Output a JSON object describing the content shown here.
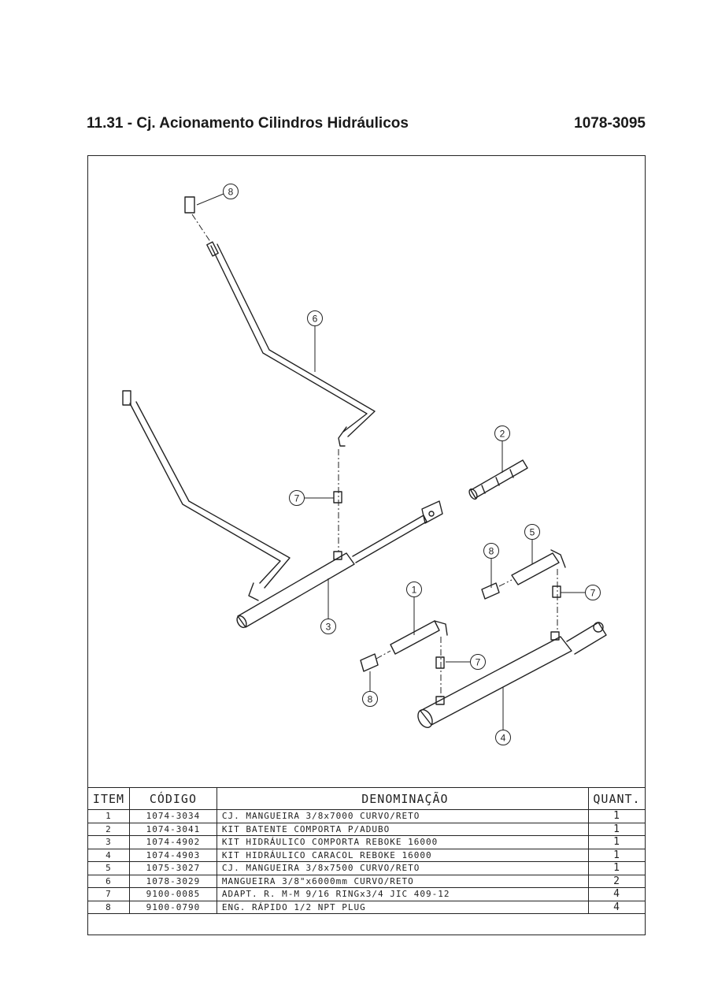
{
  "header": {
    "title": "11.31 - Cj. Acionamento Cilindros Hidráulicos",
    "code": "1078-3095"
  },
  "diagram": {
    "callouts": [
      "8",
      "6",
      "2",
      "7",
      "5",
      "8",
      "1",
      "7",
      "3",
      "7",
      "8",
      "4"
    ]
  },
  "table": {
    "headers": [
      "ITEM",
      "CÓDIGO",
      "DENOMINAÇÃO",
      "QUANT."
    ],
    "rows": [
      {
        "item": "1",
        "code": "1074-3034",
        "desc": "CJ. MANGUEIRA 3/8x7000 CURVO/RETO",
        "qty": "1"
      },
      {
        "item": "2",
        "code": "1074-3041",
        "desc": "KIT BATENTE COMPORTA P/ADUBO",
        "qty": "1"
      },
      {
        "item": "3",
        "code": "1074-4902",
        "desc": "KIT HIDRÁULICO COMPORTA REBOKE 16000",
        "qty": "1"
      },
      {
        "item": "4",
        "code": "1074-4903",
        "desc": "KIT HIDRÁULICO CARACOL REBOKE 16000",
        "qty": "1"
      },
      {
        "item": "5",
        "code": "1075-3027",
        "desc": "CJ. MANGUEIRA 3/8x7500 CURVO/RETO",
        "qty": "1"
      },
      {
        "item": "6",
        "code": "1078-3029",
        "desc": "MANGUEIRA 3/8\"x6000mm CURVO/RETO",
        "qty": "2"
      },
      {
        "item": "7",
        "code": "9100-0085",
        "desc": "ADAPT. R. M-M 9/16 RINGx3/4 JIC 409-12",
        "qty": "4"
      },
      {
        "item": "8",
        "code": "9100-0790",
        "desc": "ENG. RÁPIDO 1/2 NPT PLUG",
        "qty": "4"
      }
    ]
  }
}
